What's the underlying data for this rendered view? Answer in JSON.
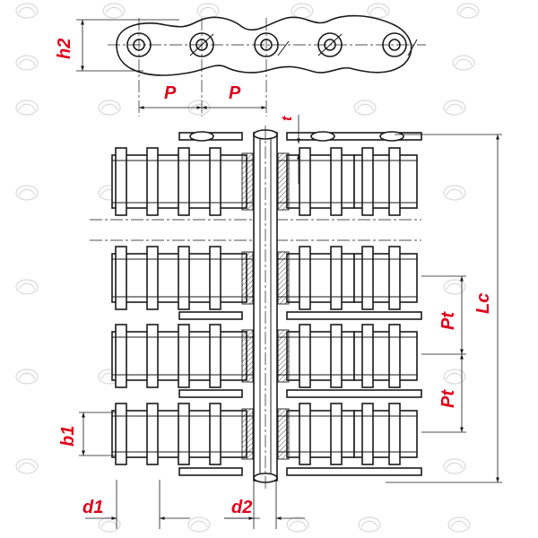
{
  "labels": {
    "h2": "h2",
    "P_left": "P",
    "P_right": "P",
    "t": "t",
    "Lc": "Lc",
    "Pt_upper": "Pt",
    "Pt_lower": "Pt",
    "b1": "b1",
    "d1": "d1",
    "d2": "d2"
  },
  "colors": {
    "label": "#e0001a",
    "outline": "#1a1a1a",
    "watermark": "#d9d9d9"
  },
  "watermark_icon": "company-logo-watermark"
}
